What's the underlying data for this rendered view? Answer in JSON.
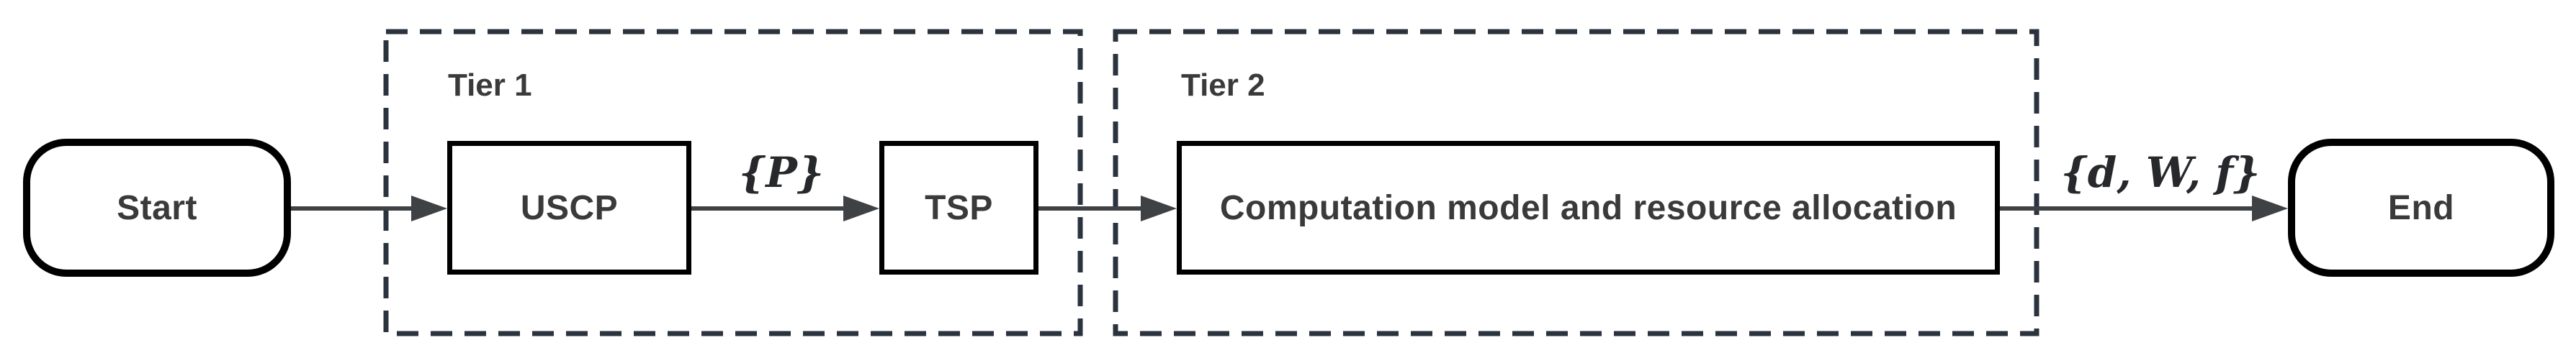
{
  "diagram": {
    "type": "flowchart",
    "orientation": "left-to-right"
  },
  "nodes": {
    "start": {
      "label": "Start",
      "shape": "rounded-terminator"
    },
    "uscp": {
      "label": "USCP",
      "shape": "rectangle"
    },
    "tsp": {
      "label": "TSP",
      "shape": "rectangle"
    },
    "computation": {
      "label": "Computation model and resource allocation",
      "shape": "rectangle"
    },
    "end": {
      "label": "End",
      "shape": "rounded-terminator"
    }
  },
  "groups": {
    "tier1": {
      "label": "Tier 1",
      "border": "dashed",
      "contains": [
        "USCP",
        "TSP"
      ]
    },
    "tier2": {
      "label": "Tier 2",
      "border": "dashed",
      "contains": [
        "Computation model and resource allocation"
      ]
    }
  },
  "edges": [
    {
      "from": "Start",
      "to": "USCP",
      "label": ""
    },
    {
      "from": "USCP",
      "to": "TSP",
      "label": "{P}"
    },
    {
      "from": "TSP",
      "to": "Computation model and resource allocation",
      "label": ""
    },
    {
      "from": "Computation model and resource allocation",
      "to": "End",
      "label": "{d, W, f}"
    }
  ],
  "colors": {
    "background": "#ffffff",
    "solid_border": "#000000",
    "dashed_border": "#2b333e",
    "arrow": "#3f4245",
    "node_text": "#3a3a3a",
    "math_text": "#26282b"
  }
}
